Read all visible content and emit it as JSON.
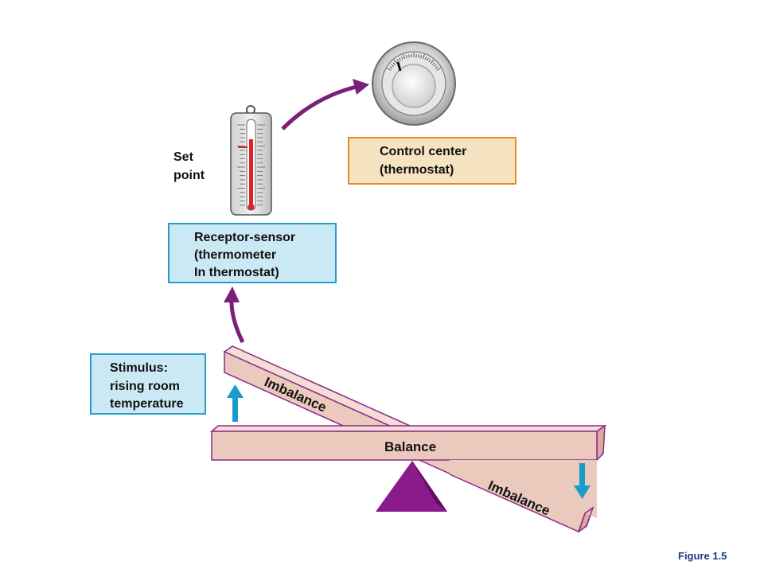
{
  "labels": {
    "set_point_1": "Set",
    "set_point_2": "point",
    "control_center_1": "Control center",
    "control_center_2": "(thermostat)",
    "receptor_1": "Receptor-sensor",
    "receptor_2": "(thermometer",
    "receptor_3": "In thermostat)",
    "stimulus_1": "Stimulus:",
    "stimulus_2": "rising room",
    "stimulus_3": "temperature",
    "imbalance_upper": "Imbalance",
    "balance": "Balance",
    "imbalance_lower": "Imbalance",
    "figure": "Figure 1.5"
  },
  "colors": {
    "arrow_purple": "#7b1f7b",
    "arrow_blue": "#1a9cc8",
    "bar_fill": "#ebc9bd",
    "bar_stroke": "#8a2a8a",
    "fulcrum": "#8b1a8b",
    "control_box_fill": "#f6e3c2",
    "control_box_stroke": "#e88a2a",
    "blue_box_fill": "#cbe9f4",
    "blue_box_stroke": "#2a9ccc",
    "thermometer_red": "#d8232a"
  }
}
